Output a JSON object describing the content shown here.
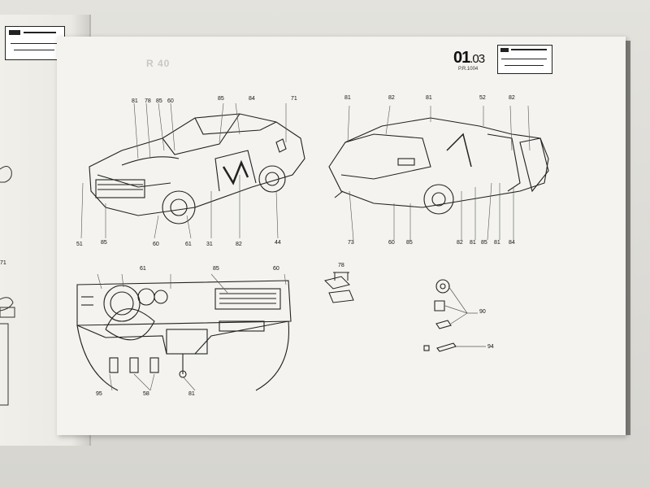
{
  "page": {
    "number": "01",
    "number_suffix": ".03",
    "sub_code": "P.R.1004"
  },
  "left_page": {
    "callout": "71"
  },
  "faint_heading": "R 40",
  "figures": {
    "car_front": {
      "callouts_top": [
        "81",
        "78",
        "85",
        "60",
        "85",
        "84",
        "71"
      ],
      "callouts_bottom": [
        "51",
        "85",
        "60",
        "61",
        "31",
        "82",
        "44"
      ]
    },
    "car_rear": {
      "callouts_top": [
        "81",
        "82",
        "81",
        "52",
        "82"
      ],
      "callouts_bottom": [
        "73",
        "60",
        "85",
        "82",
        "81",
        "85",
        "81",
        "84"
      ]
    },
    "dashboard": {
      "callouts_top": [
        "61",
        "85",
        "60"
      ],
      "callouts_bottom": [
        "95",
        "58",
        "81"
      ]
    },
    "small_part": {
      "callout": "78"
    },
    "hardware": {
      "callouts": [
        "90",
        "94"
      ]
    }
  }
}
